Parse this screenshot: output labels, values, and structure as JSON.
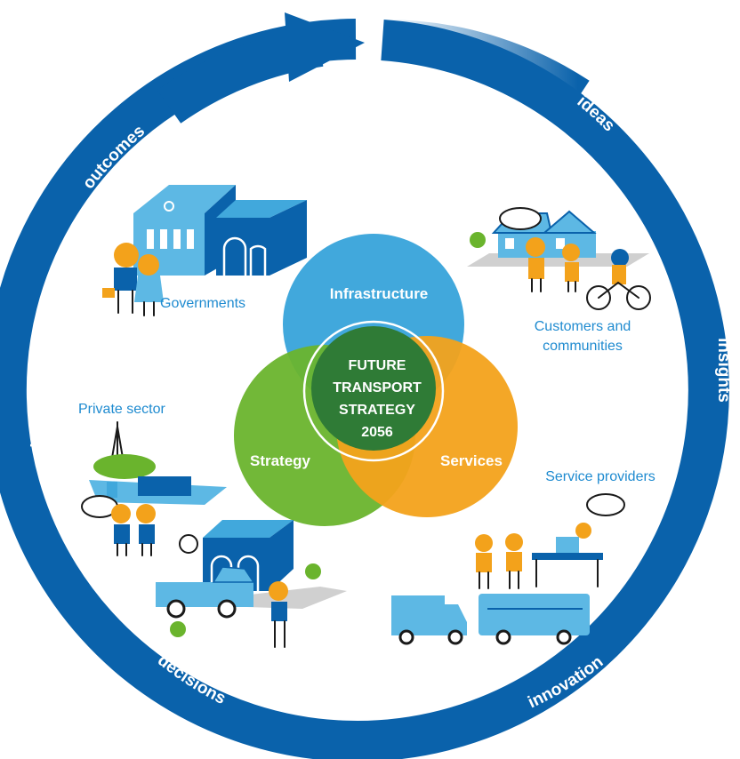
{
  "ring": {
    "labels": {
      "ideas": "ideas",
      "insights": "insights",
      "innovation": "innovation",
      "decisions": "decisions",
      "delivery": "delivery",
      "outcomes": "outcomes"
    },
    "color": "#0a62ab",
    "fade_color": "#ffffff"
  },
  "venn": {
    "infrastructure": "Infrastructure",
    "strategy": "Strategy",
    "services": "Services",
    "center": [
      "FUTURE",
      "TRANSPORT",
      "STRATEGY",
      "2056"
    ],
    "colors": {
      "infrastructure": "#41a8dc",
      "strategy": "#6ab42d",
      "services": "#f3a21b",
      "center": "#2f7b36"
    }
  },
  "groups": {
    "governments": "Governments",
    "customers_line1": "Customers and",
    "customers_line2": "communities",
    "private_sector": "Private sector",
    "service_providers": "Service providers"
  },
  "illustration_colors": {
    "light_blue": "#5db8e4",
    "dark_blue": "#0a62ab",
    "orange": "#f3a21b",
    "green": "#6ab42d"
  }
}
